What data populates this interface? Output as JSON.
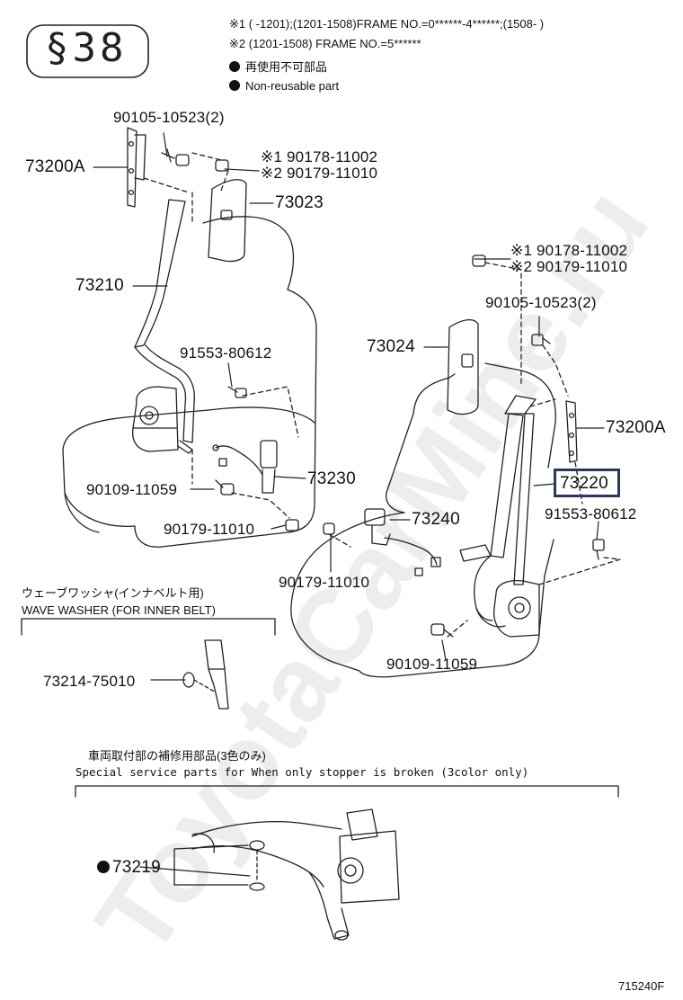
{
  "watermark": "ToyotaCarMine.ru",
  "header_symbol": "§38",
  "notes": {
    "n1": "※1 (       -1201);(1201-1508)FRAME NO.=0******-4******;(1508-       )",
    "n2": "※2 (1201-1508) FRAME NO.=5******",
    "legend_jp": "再使用不可部品",
    "legend_en": "Non-reusable part"
  },
  "parts": {
    "p1": "90105-10523(2)",
    "p2": "73200A",
    "p3": "※1 90178-11002",
    "p4": "※2 90179-11010",
    "p5": "73023",
    "p6": "73210",
    "p7": "91553-80612",
    "p8": "90109-11059",
    "p9": "73230",
    "p10": "90179-11010",
    "r1": "※1 90178-11002",
    "r2": "※2 90179-11010",
    "r3": "90105-10523(2)",
    "r4": "73024",
    "r5": "73200A",
    "r6": "73220",
    "r7": "91553-80612",
    "r8": "73240",
    "r9": "90179-11010",
    "r10": "90109-11059",
    "w1": "73214-75010",
    "s1": "73219"
  },
  "captions": {
    "wave_jp": "ウェーブワッシャ(インナベルト用)",
    "wave_en": "WAVE WASHER (FOR INNER BELT)",
    "special_jp": "車両取付部の補修用部品(3色のみ)",
    "special_en": "Special  service  parts  for  When  only  stopper  is  broken  (3color  only)"
  },
  "figure_id": "715240F",
  "highlight_color": "#2a3a5a"
}
